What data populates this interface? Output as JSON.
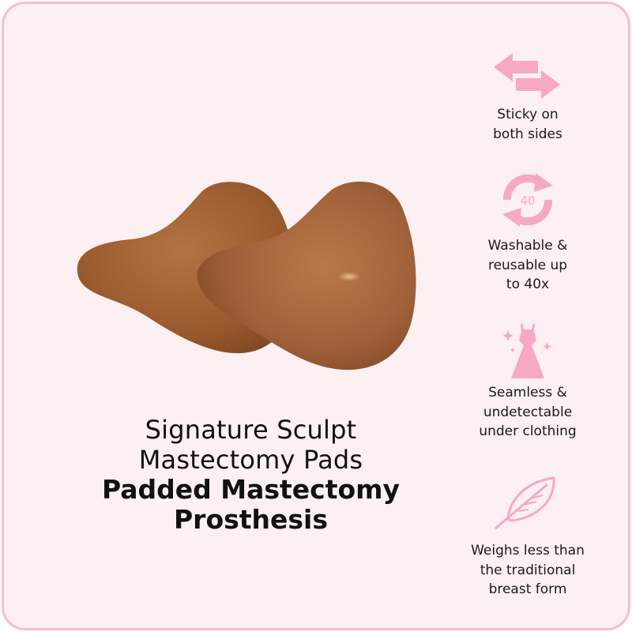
{
  "title": {
    "line1": "Signature Sculpt",
    "line2": "Mastectomy Pads",
    "line3": "Padded Mastectomy",
    "line4": "Prosthesis"
  },
  "features": [
    {
      "icon": "swap-arrows-icon",
      "label": "Sticky on\nboth sides"
    },
    {
      "icon": "wash-cycle-icon",
      "icon_text": "40",
      "label": "Washable &\nreusable up\nto 40x"
    },
    {
      "icon": "dress-icon",
      "label": "Seamless &\nundetectable\nunder clothing"
    },
    {
      "icon": "feather-icon",
      "label": "Weighs less than\nthe traditional\nbreast form"
    }
  ],
  "colors": {
    "border": "#f7bcd0",
    "background": "#fdf0f3",
    "icon_pink": "#f7a8c4",
    "product": "#a7683a"
  }
}
